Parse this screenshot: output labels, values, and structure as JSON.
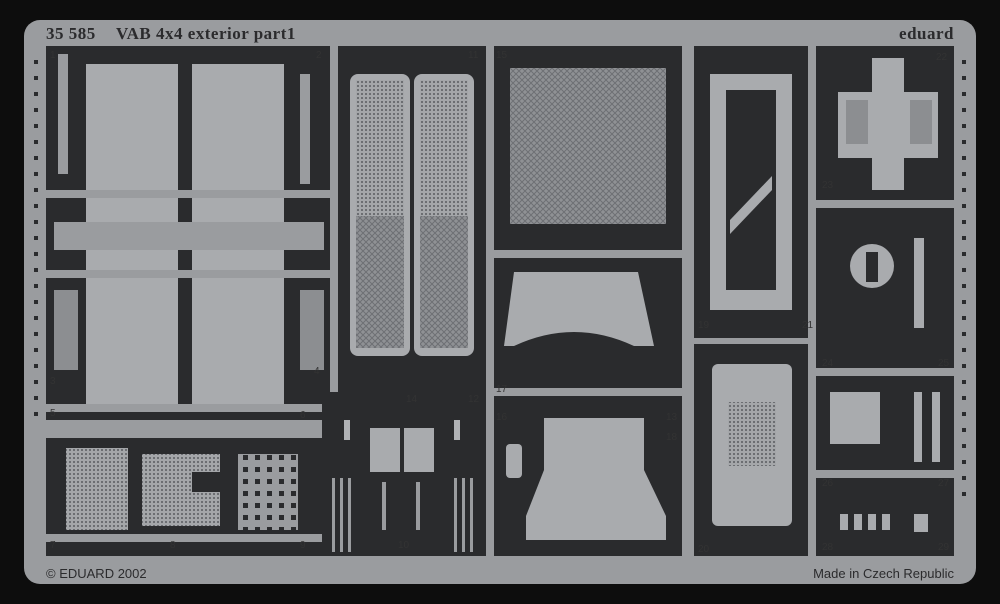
{
  "fret": {
    "catalog_number": "35 585",
    "title": "VAB 4x4 exterior    part1",
    "brand": "eduard",
    "copyright": "© EDUARD 2002",
    "origin": "Made in Czech Republic"
  },
  "part_numbers": [
    "1",
    "2",
    "3",
    "4",
    "5",
    "6",
    "7",
    "8",
    "9",
    "10",
    "11",
    "12",
    "13",
    "14",
    "15",
    "16",
    "17",
    "18",
    "19",
    "20",
    "21",
    "22",
    "23",
    "24",
    "25",
    "26",
    "27",
    "28",
    "29"
  ],
  "colors": {
    "background": "#0d0d0d",
    "metal": "#9a9c9f",
    "dark_metal": "#2a2b2d"
  }
}
